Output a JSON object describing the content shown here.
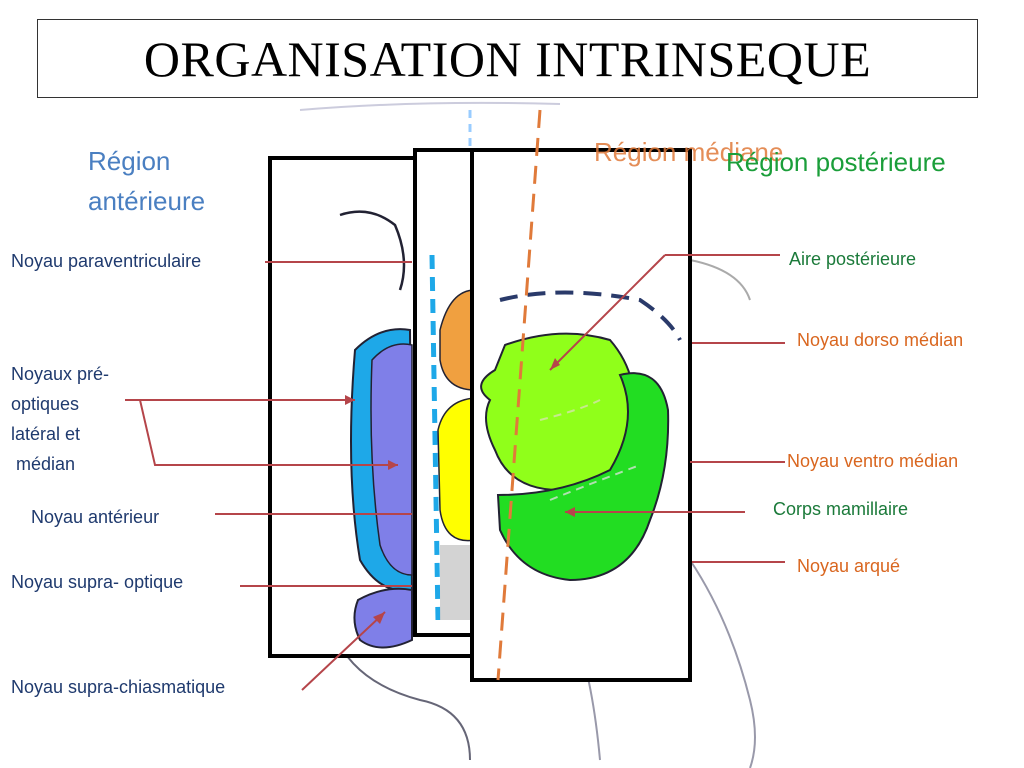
{
  "title": "ORGANISATION INTRINSEQUE",
  "regions": {
    "anterior_line1": "Région",
    "anterior_line2": "antérieure",
    "median": "Région médiane",
    "posterior": "Région postérieure"
  },
  "left_labels": {
    "paraventricular": "Noyau paraventriculaire",
    "preoptic_1": "Noyaux pré-",
    "preoptic_2": "optiques",
    "preoptic_3": "latéral et",
    "preoptic_4": " médian",
    "anterior": "Noyau antérieur",
    "supraoptic": "Noyau supra- optique",
    "suprachiasmatic": "Noyau supra-chiasmatique"
  },
  "right_labels": {
    "posterior_area": "Aire postérieure",
    "dorsomedial": "Noyau dorso médian",
    "ventromedial": "Noyau ventro médian",
    "mamillary": "Corps mamillaire",
    "arcuate": "Noyau arqué"
  },
  "colors": {
    "anterior_text": "#4a7fc1",
    "median_text": "#e07a3a",
    "posterior_text": "#1b9e3a",
    "leader_line": "#b5454a",
    "nucleus_violet": "#7f7fe8",
    "nucleus_cyan": "#1ea8e8",
    "nucleus_orange": "#f0a040",
    "nucleus_yellow": "#ffff00",
    "nucleus_lightgreen": "#90ff1a",
    "nucleus_green": "#22dd22"
  }
}
